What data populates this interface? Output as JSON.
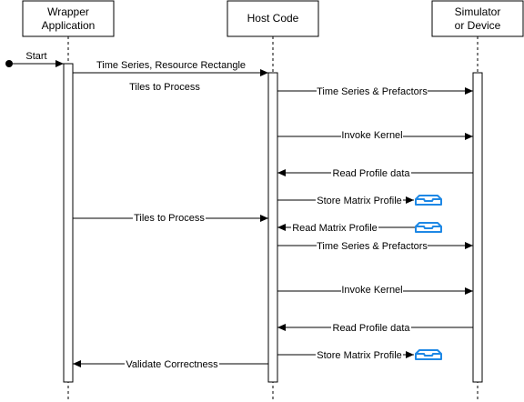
{
  "participants": [
    {
      "id": "wrapper",
      "line1": "Wrapper",
      "line2": "Application"
    },
    {
      "id": "host",
      "line1": "Host Code",
      "line2": ""
    },
    {
      "id": "sim",
      "line1": "Simulator",
      "line2": "or Device"
    }
  ],
  "messages": {
    "start": "Start",
    "ts_resource": "Time Series, Resource Rectangle",
    "tiles_note": "Tiles to Process",
    "ts_prefactors_1": "Time Series & Prefactors",
    "invoke_1": "Invoke Kernel",
    "read_profile_1": "Read Profile data",
    "store_matrix_1": "Store Matrix Profile",
    "tiles_to_process": "Tiles to Process",
    "read_matrix": "Read Matrix Profile",
    "ts_prefactors_2": "Time Series & Prefactors",
    "invoke_2": "Invoke Kernel",
    "read_profile_2": "Read Profile data",
    "store_matrix_2": "Store Matrix Profile",
    "validate": "Validate Correctness"
  },
  "icons": {
    "storage": "storage-tray-icon"
  },
  "colors": {
    "line": "#000000",
    "storage": "#1e88e5"
  }
}
